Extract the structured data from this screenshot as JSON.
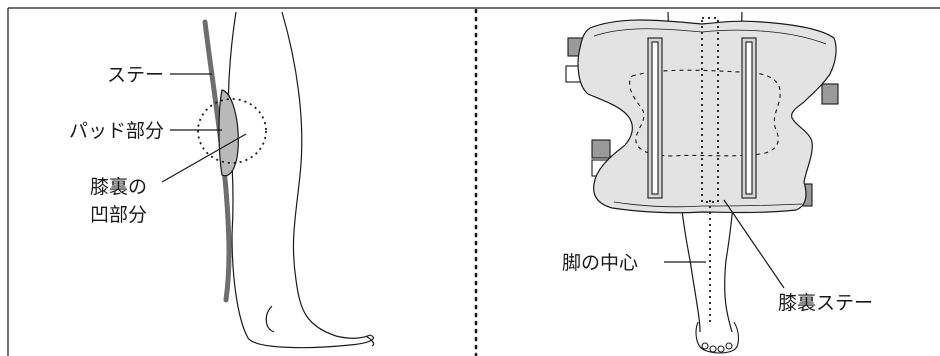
{
  "left_panel": {
    "labels": {
      "stay": "ステー",
      "pad": "パッド部分",
      "knee_back_line1": "膝裏の",
      "knee_back_line2": "凹部分"
    }
  },
  "right_panel": {
    "labels": {
      "leg_center": "脚の中心",
      "knee_stay": "膝裏ステー"
    }
  },
  "colors": {
    "line": "#1a1a1a",
    "stay_bar": "#6e6e6e",
    "pad_fill": "#b9b9b9",
    "brace_fill": "#e3e3e3",
    "tab_fill": "#9a9a9a"
  }
}
